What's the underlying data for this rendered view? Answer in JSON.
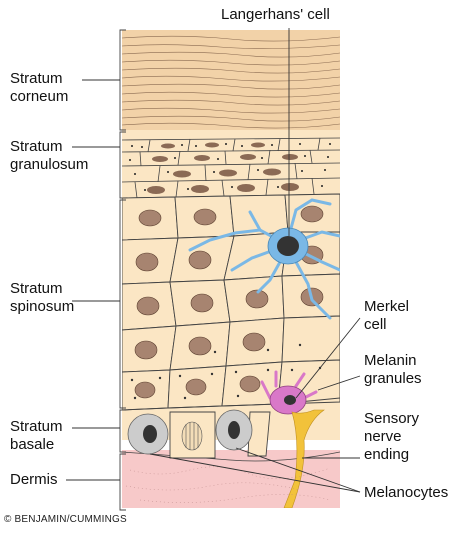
{
  "labels": {
    "langerhans": "Langerhans' cell",
    "corneum": "Stratum\ncorneum",
    "granulosum": "Stratum\ngranulosum",
    "spinosum": "Stratum\nspinosum",
    "basale": "Stratum\nbasale",
    "dermis": "Dermis",
    "merkel": "Merkel\ncell",
    "melanin": "Melanin\ngranules",
    "sensory": "Sensory\nnerve\nending",
    "melanocytes": "Melanocytes"
  },
  "credit": "© BENJAMIN/CUMMINGS",
  "colors": {
    "corneum": "#f2d2a8",
    "epidermis": "#fbe6c4",
    "dermis": "#f7c9c9",
    "langerhans": "#7ab8e6",
    "merkel": "#d978c8",
    "nerve": "#f2c23a",
    "nucleus": "#9a7a6a",
    "line": "#333333"
  }
}
